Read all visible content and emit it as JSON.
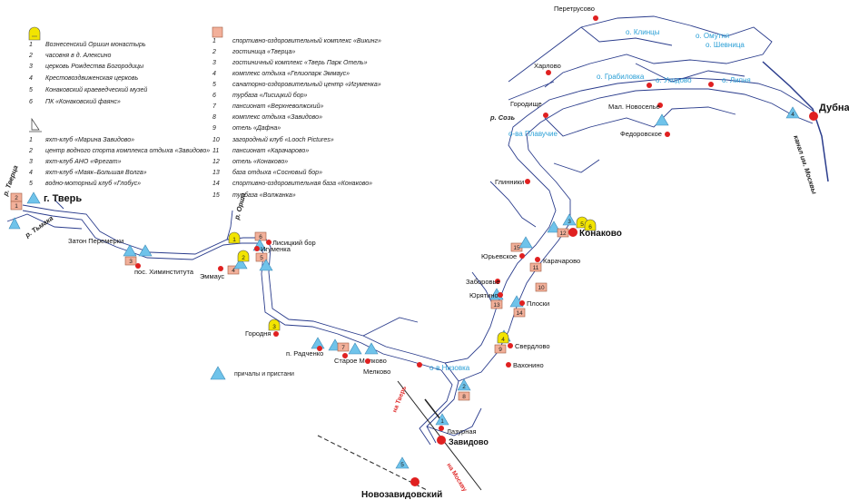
{
  "legend": {
    "monuments": [
      {
        "num": "1",
        "text": "Вознесенский Оршин монастырь"
      },
      {
        "num": "2",
        "text": "часовня в д. Алексино"
      },
      {
        "num": "3",
        "text": "церковь Рождества Богородицы"
      },
      {
        "num": "4",
        "text": "Крестовоздвиженская церковь"
      },
      {
        "num": "5",
        "text": "Конаковский краеведческий музей"
      },
      {
        "num": "6",
        "text": "ПК «Конаковский фаянс»"
      }
    ],
    "clubs": [
      {
        "num": "1",
        "text": "яхт-клуб «Марина Завидово»"
      },
      {
        "num": "2",
        "text": "центр водного спорта комплекса отдыха «Завидово»"
      },
      {
        "num": "3",
        "text": "яхт-клуб АНО «Фрегат»"
      },
      {
        "num": "4",
        "text": "яхт-клуб «Маяк–Большая Волга»"
      },
      {
        "num": "5",
        "text": "водно-моторный клуб «Глобус»"
      }
    ],
    "hotels": [
      {
        "num": "1",
        "text": "спортивно-оздоровительный комплекс «Викинг»"
      },
      {
        "num": "2",
        "text": "гостиница «Тверца»"
      },
      {
        "num": "3",
        "text": "гостиничный комплекс «Тверь Парк Отель»"
      },
      {
        "num": "4",
        "text": "комплекс отдыха «Гелиопарк Эммаус»"
      },
      {
        "num": "5",
        "text": "санаторно-оздоровительный центр «Игуменка»"
      },
      {
        "num": "6",
        "text": "турбаза «Лисицкий бор»"
      },
      {
        "num": "7",
        "text": "пансионат «Верхневолжский»"
      },
      {
        "num": "8",
        "text": "комплекс отдыха «Завидово»"
      },
      {
        "num": "9",
        "text": "отель «Дафна»"
      },
      {
        "num": "10",
        "text": "загородный клуб «Looch Pictures»"
      },
      {
        "num": "11",
        "text": "пансионат «Карачарово»"
      },
      {
        "num": "12",
        "text": "отель «Конаково»"
      },
      {
        "num": "13",
        "text": "база отдыха «Сосновый бор»"
      },
      {
        "num": "14",
        "text": "спортивно-оздоровительная база «Конаково»"
      },
      {
        "num": "15",
        "text": "турбаза «Волжанка»"
      }
    ],
    "piers": "причалы и пристани"
  },
  "cities": [
    {
      "name": "г. Тверь"
    },
    {
      "name": "Конаково"
    },
    {
      "name": "Дубна"
    },
    {
      "name": "Завидово"
    },
    {
      "name": "Новозавидовский"
    }
  ],
  "villages": [
    {
      "name": "Перетрусово"
    },
    {
      "name": "Харлово"
    },
    {
      "name": "Городище"
    },
    {
      "name": "Мал. Новоселье"
    },
    {
      "name": "Федоровское"
    },
    {
      "name": "Глинники"
    },
    {
      "name": "Юрьевское"
    },
    {
      "name": "Карачарово"
    },
    {
      "name": "Заборовье"
    },
    {
      "name": "Юрятино"
    },
    {
      "name": "Плоски"
    },
    {
      "name": "Свердлово"
    },
    {
      "name": "Вахонино"
    },
    {
      "name": "Лазурная"
    },
    {
      "name": "Мелково"
    },
    {
      "name": "Старое Мелково"
    },
    {
      "name": "п. Радченко"
    },
    {
      "name": "Городня"
    },
    {
      "name": "Эммаус"
    },
    {
      "name": "пос. Химинститута"
    },
    {
      "name": "Затон Перемерки"
    },
    {
      "name": "Лисицкий бор"
    },
    {
      "name": "Игуменка"
    }
  ],
  "water_labels": [
    {
      "name": "о. Клинцы"
    },
    {
      "name": "о. Омутня"
    },
    {
      "name": "о. Шевница"
    },
    {
      "name": "о. Грабиловка"
    },
    {
      "name": "о. Уходово"
    },
    {
      "name": "о. Липня"
    },
    {
      "name": "о-ва Плавучие"
    },
    {
      "name": "о-в Низовка"
    }
  ],
  "rivers": [
    {
      "name": "р. Тверца"
    },
    {
      "name": "р. Тьмака"
    },
    {
      "name": "р. Орша"
    },
    {
      "name": "р. Созь"
    },
    {
      "name": "канал им. Москвы"
    }
  ],
  "directions": [
    {
      "name": "на Тверь"
    },
    {
      "name": "на Москву"
    }
  ],
  "colors": {
    "river": "#2a3c8c",
    "water_text": "#2a9fd6",
    "settlement": "#e02020",
    "monument": "#f2e400",
    "hotel": "#f2b09a",
    "pier": "#6fc3ea"
  },
  "icons": {
    "monument": "church-bell-icon",
    "club": "sailboat-icon",
    "hotel": "hotel-square-icon",
    "pier": "pier-triangle-icon",
    "settlement": "settlement-dot-icon"
  }
}
